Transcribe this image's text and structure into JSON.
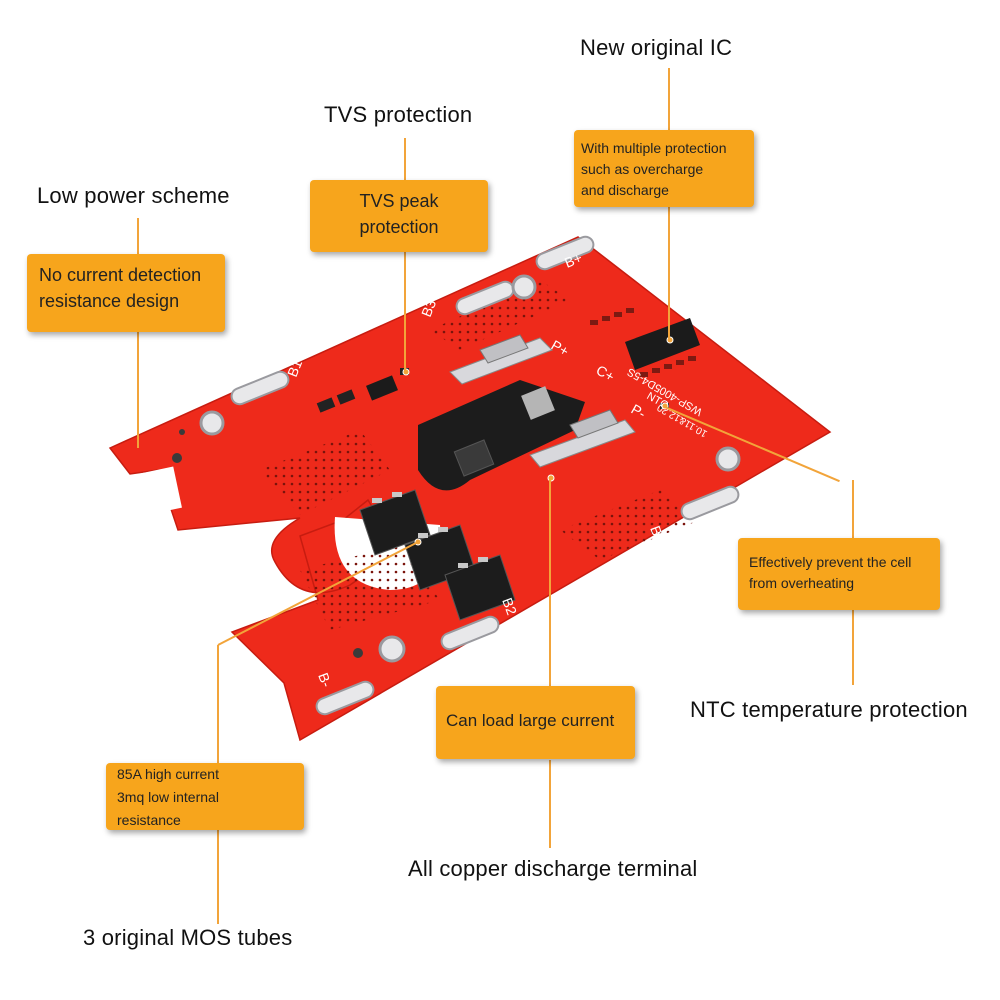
{
  "colors": {
    "pcb": "#ee2a1b",
    "callout": "#f7a51c",
    "leader": "#f2a43a"
  },
  "headings": {
    "new_ic": "New original IC",
    "tvs": "TVS protection",
    "low_power": "Low power scheme",
    "ntc": "NTC temperature protection",
    "copper": "All copper discharge terminal",
    "mos": "3 original MOS tubes"
  },
  "callouts": {
    "ic_line1": "With multiple protection",
    "ic_line2": "such as overcharge",
    "ic_line3": "and discharge",
    "tvs_line1": "TVS peak",
    "tvs_line2": "protection",
    "lowpower_line1": "No current detection",
    "lowpower_line2": "resistance design",
    "ntc_line1": "Effectively prevent the cell",
    "ntc_line2": "from overheating",
    "current": "Can load large current",
    "mos_line1": "85A high current",
    "mos_line2": "3mq low internal",
    "mos_line3": "resistance"
  },
  "board_labels": {
    "b_plus": "B+",
    "b1": "B1",
    "b2": "B2",
    "b3": "B3",
    "b4": "B4",
    "b_minus": "B-",
    "p_plus": "P+",
    "p_minus": "P-",
    "c_plus": "C+",
    "ntc": "NTC",
    "model": "WSP-4005D4-5S",
    "date": "10.11&12.20"
  }
}
